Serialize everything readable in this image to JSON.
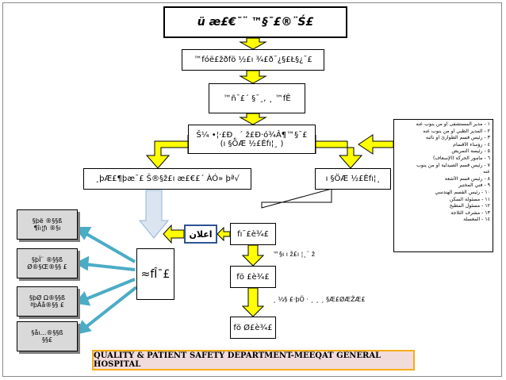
{
  "title": "ü æ£€¯¨ ™§¯£®¨Ś£",
  "nodes": {
    "level1": "™fóë£žðfö ½£ı ¾£ð¯¿§£Ł§¿¯£",
    "level2": "™ñ­¯£´ §¯¸, ¸ ™fÊ",
    "level3_line1": "Š¼ •¦·£Ð¸ ´ ž£Ð·ó¾Â¶™§¯£",
    "level3_line2": "(ı §ÖÆ ½£Éfı¦¸ )",
    "left_main": "¸þÆ£¶þæ¯£ Š®§ž£ı æ£€£´ ÀÓ» þª√",
    "right_main": "ı §ÖÆ ½£Éfı¦¸",
    "chain1": "fı¯£è¾£",
    "chain2": "fö £è¾£",
    "chain3": "fö Ø£è¾£",
    "center": "≈fÎ¯£",
    "left_boxes": [
      [
        "§þë ®§§ß",
        "¶îı¦ƒı ®§ı"
      ],
      [
        "§þÎ¨ ®§§ß",
        "Ø®§Œ®§§ £"
      ],
      [
        "§þØ Ω®§§ß",
        "ªþÂå®§§ £"
      ],
      [
        "§åı…®§§ß",
        "§§£"
      ]
    ]
  },
  "notes": {
    "n1": "™§ı ı ž£ı ¦¸¨ ž",
    "n2": "¸ ⅓§ £·þÖ · ¸ ¸ ¸ §Æ£ØÆŽÆ£"
  },
  "ad_label": "اعلان",
  "side_list": [
    "١ - مدير المستشفى أو من ينوب عنه",
    "٢ - المدير الطبي أو من ينوب عنه",
    "٣ - رئيس قسم الطوارئ أو نائبه",
    "٤ - رؤساء الأقسام",
    "٥ - رئيسة التمريض",
    "٦ - مأمور الحركة (الإسعاف)",
    "٧ - رئيس قسم الصيدلية أو من ينوب",
    "عنه",
    "٨ - رئيس قسم الأشعة",
    "٩ - فني المختبر",
    "١٠ - رئيس القسم الهندسي",
    "١١ - مسئولة السكن",
    "١٢ - مسئول المطبخ",
    "١٣ - مشرف الثلاجة",
    "١٤ - المغسلة"
  ],
  "footer": "QUALITY & PATIENT SAFETY DEPARTMENT-MEEQAT GENERAL HOSPITAL",
  "colors": {
    "arrow_yellow": "#ffff00",
    "arrow_outline": "#000000",
    "blue_arrow": "#4bacc6",
    "center_arrow": "#dbe5f1",
    "footer_bg": "#f2dcdb",
    "footer_border": "#f6ad1a",
    "ad_border": "#2f5496"
  }
}
